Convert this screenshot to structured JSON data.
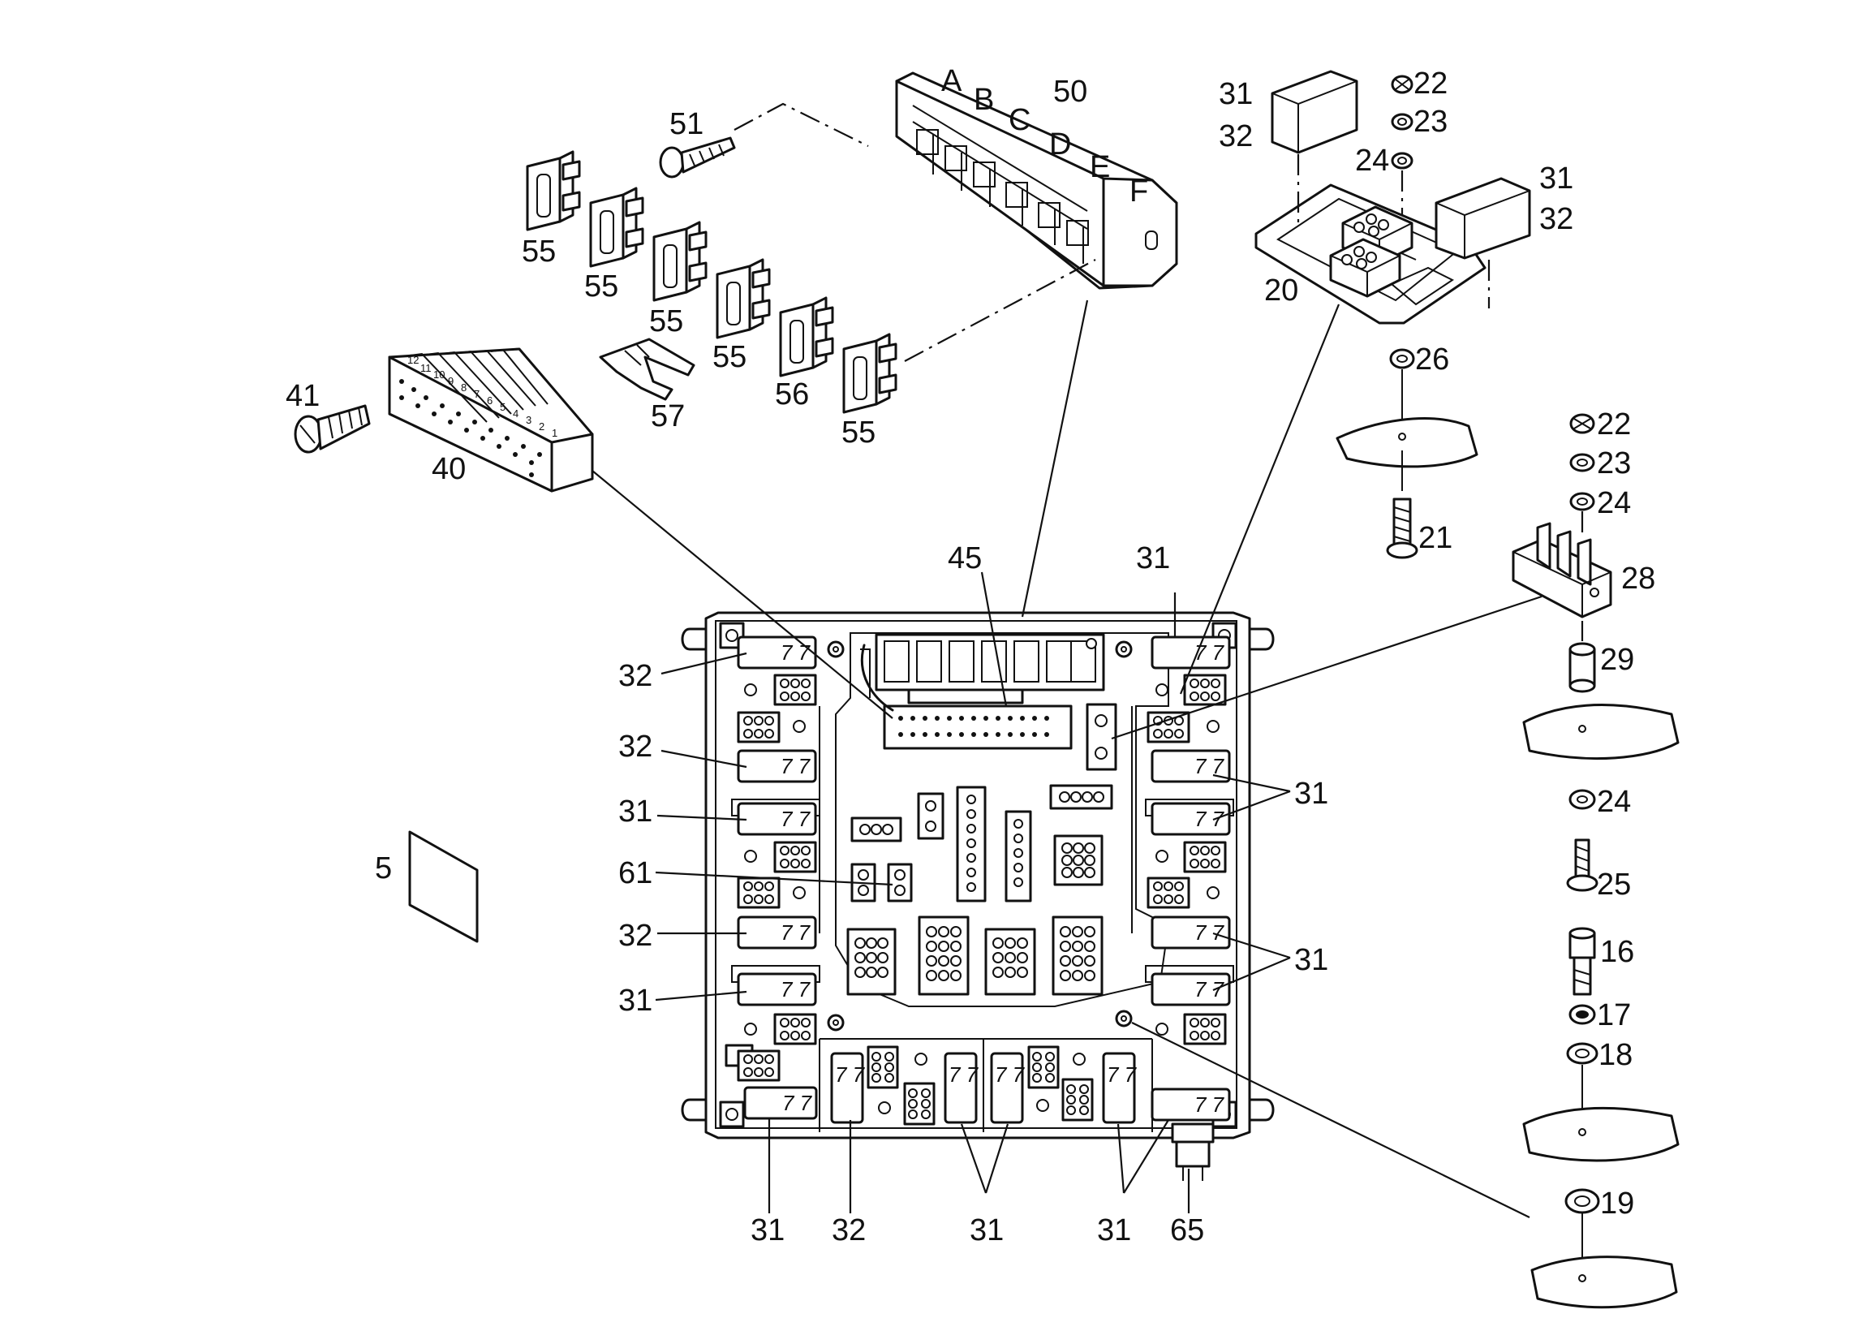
{
  "relay_marking": "7 7",
  "fuse_box_letters": [
    "A",
    "B",
    "C",
    "D",
    "E",
    "F"
  ],
  "terminal_numbers": [
    "12",
    "11",
    "10",
    "9",
    "8",
    "7",
    "6",
    "5",
    "4",
    "3",
    "2",
    "1"
  ],
  "callouts": [
    {
      "id": "c-50",
      "text": "50"
    },
    {
      "id": "c-51",
      "text": "51"
    },
    {
      "id": "c-55a",
      "text": "55"
    },
    {
      "id": "c-55b",
      "text": "55"
    },
    {
      "id": "c-55c",
      "text": "55"
    },
    {
      "id": "c-55d",
      "text": "55"
    },
    {
      "id": "c-56",
      "text": "56"
    },
    {
      "id": "c-55e",
      "text": "55"
    },
    {
      "id": "c-57",
      "text": "57"
    },
    {
      "id": "c-41",
      "text": "41"
    },
    {
      "id": "c-40",
      "text": "40"
    },
    {
      "id": "c-5",
      "text": "5"
    },
    {
      "id": "c-45",
      "text": "45"
    },
    {
      "id": "c-31-top",
      "text": "31"
    },
    {
      "id": "c-32-top",
      "text": "32"
    },
    {
      "id": "c-22-top",
      "text": "22"
    },
    {
      "id": "c-23-top",
      "text": "23"
    },
    {
      "id": "c-24-top",
      "text": "24"
    },
    {
      "id": "c-31-right",
      "text": "31"
    },
    {
      "id": "c-32-right",
      "text": "32"
    },
    {
      "id": "c-20",
      "text": "20"
    },
    {
      "id": "c-26",
      "text": "26"
    },
    {
      "id": "c-21",
      "text": "21"
    },
    {
      "id": "c-22-mid",
      "text": "22"
    },
    {
      "id": "c-23-mid",
      "text": "23"
    },
    {
      "id": "c-24-mid",
      "text": "24"
    },
    {
      "id": "c-28",
      "text": "28"
    },
    {
      "id": "c-29",
      "text": "29"
    },
    {
      "id": "c-24-low",
      "text": "24"
    },
    {
      "id": "c-25",
      "text": "25"
    },
    {
      "id": "c-16",
      "text": "16"
    },
    {
      "id": "c-17",
      "text": "17"
    },
    {
      "id": "c-18",
      "text": "18"
    },
    {
      "id": "c-19",
      "text": "19"
    },
    {
      "id": "c-31-board-top",
      "text": "31"
    },
    {
      "id": "c-31-board-r1",
      "text": "31"
    },
    {
      "id": "c-31-board-r2",
      "text": "31"
    },
    {
      "id": "c-32-l1",
      "text": "32"
    },
    {
      "id": "c-32-l2",
      "text": "32"
    },
    {
      "id": "c-31-l3",
      "text": "31"
    },
    {
      "id": "c-61",
      "text": "61"
    },
    {
      "id": "c-32-l4",
      "text": "32"
    },
    {
      "id": "c-31-l5",
      "text": "31"
    },
    {
      "id": "c-31-b1",
      "text": "31"
    },
    {
      "id": "c-32-b2",
      "text": "32"
    },
    {
      "id": "c-31-b3",
      "text": "31"
    },
    {
      "id": "c-31-b4",
      "text": "31"
    },
    {
      "id": "c-65",
      "text": "65"
    }
  ]
}
